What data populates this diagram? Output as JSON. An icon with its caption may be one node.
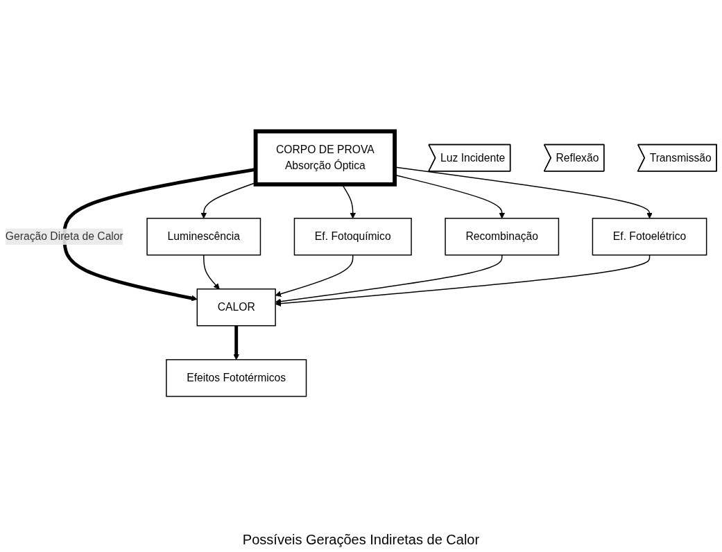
{
  "diagram": {
    "nodes": [
      {
        "text": [
          "CORPO DE PROVA",
          "Absorção Óptica"
        ]
      },
      {
        "text": [
          "Luz Incidente"
        ]
      },
      {
        "text": [
          "Reflexão"
        ]
      },
      {
        "text": [
          "Transmissão"
        ]
      },
      {
        "text": [
          "Luminescência"
        ]
      },
      {
        "text": [
          "Ef. Fotoquímico"
        ]
      },
      {
        "text": [
          "Recombinação"
        ]
      },
      {
        "text": [
          "Ef. Fotoelétrico"
        ]
      },
      {
        "text": [
          "CALOR"
        ]
      },
      {
        "text": [
          "Efeitos Fototérmicos"
        ]
      }
    ],
    "edges": [
      {
        "from": 0,
        "to": 8,
        "arrow": "to",
        "style": "thick",
        "label": "Geração Direta de Calor"
      },
      {
        "from": 0,
        "to": 4,
        "arrow": "to"
      },
      {
        "from": 0,
        "to": 5,
        "arrow": "to"
      },
      {
        "from": 0,
        "to": 6,
        "arrow": "to"
      },
      {
        "from": 0,
        "to": 7,
        "arrow": "to"
      },
      {
        "from": 4,
        "to": 8,
        "arrow": "to"
      },
      {
        "from": 5,
        "to": 8,
        "arrow": "to"
      },
      {
        "from": 6,
        "to": 8,
        "arrow": "to"
      },
      {
        "from": 7,
        "to": 8,
        "arrow": "to"
      },
      {
        "from": 8,
        "to": 9,
        "arrow": "to",
        "style": "thick"
      }
    ],
    "labels": [
      "Possíveis Gerações Indiretas de Calor"
    ]
  }
}
